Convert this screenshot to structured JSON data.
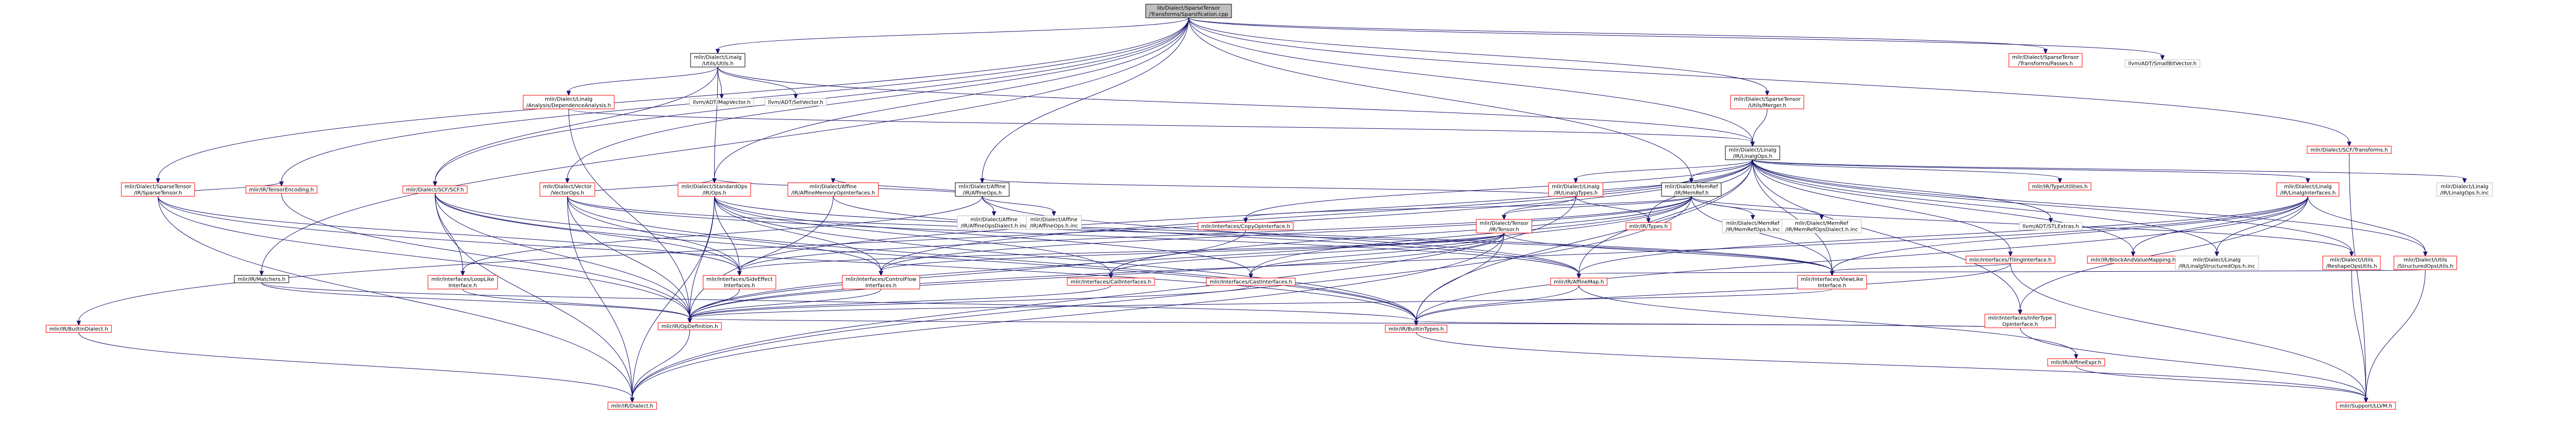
{
  "colors": {
    "root_fill": "#bfbfbf",
    "node_fill": "#ffffff",
    "black_border": "#000000",
    "red_border": "#ff0000",
    "grey_border": "#bfbfbf",
    "edge": "#191970"
  },
  "graph": {
    "nodes": [
      {
        "id": "root",
        "lines": [
          "lib/Dialect/SparseTensor",
          "/Transforms/Sparsification.cpp"
        ],
        "style": "root"
      },
      {
        "id": "linalg_utils",
        "lines": [
          "mlir/Dialect/Linalg",
          "/Utils/Utils.h"
        ],
        "style": "black"
      },
      {
        "id": "spt_passes",
        "lines": [
          "mlir/Dialect/SparseTensor",
          "/Transforms/Passes.h"
        ],
        "style": "red"
      },
      {
        "id": "smallbitvector",
        "lines": [
          "llvm/ADT/SmallBitVector.h"
        ],
        "style": "grey"
      },
      {
        "id": "dep_analysis",
        "lines": [
          "mlir/Dialect/Linalg",
          "/Analysis/DependenceAnalysis.h"
        ],
        "style": "red"
      },
      {
        "id": "mapvector",
        "lines": [
          "llvm/ADT/MapVector.h"
        ],
        "style": "grey"
      },
      {
        "id": "setvector",
        "lines": [
          "llvm/ADT/SetVector.h"
        ],
        "style": "grey"
      },
      {
        "id": "merger",
        "lines": [
          "mlir/Dialect/SparseTensor",
          "/Utils/Merger.h"
        ],
        "style": "red"
      },
      {
        "id": "scf_transforms",
        "lines": [
          "mlir/Dialect/SCF/Transforms.h"
        ],
        "style": "red"
      },
      {
        "id": "linalg_ops",
        "lines": [
          "mlir/Dialect/Linalg",
          "/IR/LinalgOps.h"
        ],
        "style": "black"
      },
      {
        "id": "spt_sparsetensor",
        "lines": [
          "mlir/Dialect/SparseTensor",
          "/IR/SparseTensor.h"
        ],
        "style": "red"
      },
      {
        "id": "tensor_encoding",
        "lines": [
          "mlir/IR/TensorEncoding.h"
        ],
        "style": "red"
      },
      {
        "id": "scf",
        "lines": [
          "mlir/Dialect/SCF/SCF.h"
        ],
        "style": "red"
      },
      {
        "id": "vector_ops",
        "lines": [
          "mlir/Dialect/Vector",
          "/VectorOps.h"
        ],
        "style": "red"
      },
      {
        "id": "std_ops",
        "lines": [
          "mlir/Dialect/StandardOps",
          "/IR/Ops.h"
        ],
        "style": "red"
      },
      {
        "id": "affine_ops",
        "lines": [
          "mlir/Dialect/Affine",
          "/IR/AffineOps.h"
        ],
        "style": "black"
      },
      {
        "id": "affine_mem",
        "lines": [
          "mlir/Dialect/Affine",
          "/IR/AffineMemoryOpInterfaces.h"
        ],
        "style": "red"
      },
      {
        "id": "affine_dialect_inc",
        "lines": [
          "mlir/Dialect/Affine",
          "/IR/AffineOpsDialect.h.inc"
        ],
        "style": "grey"
      },
      {
        "id": "affine_ops_inc",
        "lines": [
          "mlir/Dialect/Affine",
          "/IR/AffineOps.h.inc"
        ],
        "style": "grey"
      },
      {
        "id": "linalg_types",
        "lines": [
          "mlir/Dialect/Linalg",
          "/IR/LinalgTypes.h"
        ],
        "style": "red"
      },
      {
        "id": "memref",
        "lines": [
          "mlir/Dialect/MemRef",
          "/IR/MemRef.h"
        ],
        "style": "black"
      },
      {
        "id": "tensor",
        "lines": [
          "mlir/Dialect/Tensor",
          "/IR/Tensor.h"
        ],
        "style": "red"
      },
      {
        "id": "memref_ops_inc",
        "lines": [
          "mlir/Dialect/MemRef",
          "/IR/MemRefOps.h.inc"
        ],
        "style": "grey"
      },
      {
        "id": "memref_dialect_inc",
        "lines": [
          "mlir/Dialect/MemRef",
          "/IR/MemRefOpsDialect.h.inc"
        ],
        "style": "grey"
      },
      {
        "id": "copy_iface",
        "lines": [
          "mlir/Interfaces/CopyOpInterface.h"
        ],
        "style": "red"
      },
      {
        "id": "ir_types",
        "lines": [
          "mlir/IR/Types.h"
        ],
        "style": "red"
      },
      {
        "id": "type_utils",
        "lines": [
          "mlir/IR/TypeUtilities.h"
        ],
        "style": "red"
      },
      {
        "id": "stlextras",
        "lines": [
          "llvm/ADT/STLExtras.h"
        ],
        "style": "grey"
      },
      {
        "id": "tiling_iface",
        "lines": [
          "mlir/Interfaces/TilingInterface.h"
        ],
        "style": "red"
      },
      {
        "id": "blockandvalue",
        "lines": [
          "mlir/IR/BlockAndValueMapping.h"
        ],
        "style": "red"
      },
      {
        "id": "linalg_interfaces",
        "lines": [
          "mlir/Dialect/Linalg",
          "/IR/LinalgInterfaces.h"
        ],
        "style": "red"
      },
      {
        "id": "linalg_structured_inc",
        "lines": [
          "mlir/Dialect/Linalg",
          "/IR/LinalgStructuredOps.h.inc"
        ],
        "style": "grey"
      },
      {
        "id": "linalg_ops_inc",
        "lines": [
          "mlir/Dialect/Linalg",
          "/IR/LinalgOps.h.inc"
        ],
        "style": "grey"
      },
      {
        "id": "reshape_utils",
        "lines": [
          "mlir/Dialect/Utils",
          "/ReshapeOpsUtils.h"
        ],
        "style": "red"
      },
      {
        "id": "structured_utils",
        "lines": [
          "mlir/Dialect/Utils",
          "/StructuredOpsUtils.h"
        ],
        "style": "red"
      },
      {
        "id": "matchers",
        "lines": [
          "mlir/IR/Matchers.h"
        ],
        "style": "black"
      },
      {
        "id": "builtin_dialect",
        "lines": [
          "mlir/IR/BuiltinDialect.h"
        ],
        "style": "red"
      },
      {
        "id": "loop_like",
        "lines": [
          "mlir/Interfaces/LoopLike",
          "Interface.h"
        ],
        "style": "red"
      },
      {
        "id": "side_effect",
        "lines": [
          "mlir/Interfaces/SideEffect",
          "Interfaces.h"
        ],
        "style": "red"
      },
      {
        "id": "control_flow",
        "lines": [
          "mlir/Interfaces/ControlFlow",
          "Interfaces.h"
        ],
        "style": "red"
      },
      {
        "id": "call_iface",
        "lines": [
          "mlir/Interfaces/CallInterfaces.h"
        ],
        "style": "red"
      },
      {
        "id": "cast_iface",
        "lines": [
          "mlir/Interfaces/CastInterfaces.h"
        ],
        "style": "red"
      },
      {
        "id": "affine_map",
        "lines": [
          "mlir/IR/AffineMap.h"
        ],
        "style": "red"
      },
      {
        "id": "view_like",
        "lines": [
          "mlir/Interfaces/ViewLike",
          "Interface.h"
        ],
        "style": "red"
      },
      {
        "id": "infer_type",
        "lines": [
          "mlir/Interfaces/InferType",
          "OpInterface.h"
        ],
        "style": "red"
      },
      {
        "id": "op_definition",
        "lines": [
          "mlir/IR/OpDefinition.h"
        ],
        "style": "red"
      },
      {
        "id": "builtin_types",
        "lines": [
          "mlir/IR/BuiltinTypes.h"
        ],
        "style": "red"
      },
      {
        "id": "affine_expr",
        "lines": [
          "mlir/IR/AffineExpr.h"
        ],
        "style": "red"
      },
      {
        "id": "ir_dialect",
        "lines": [
          "mlir/IR/Dialect.h"
        ],
        "style": "red"
      },
      {
        "id": "support_llvm",
        "lines": [
          "mlir/Support/LLVM.h"
        ],
        "style": "red"
      }
    ],
    "edges": [
      [
        "root",
        "linalg_utils"
      ],
      [
        "root",
        "spt_passes"
      ],
      [
        "root",
        "smallbitvector"
      ],
      [
        "root",
        "merger"
      ],
      [
        "root",
        "scf_transforms"
      ],
      [
        "root",
        "linalg_ops"
      ],
      [
        "root",
        "spt_sparsetensor"
      ],
      [
        "root",
        "tensor_encoding"
      ],
      [
        "root",
        "scf"
      ],
      [
        "root",
        "vector_ops"
      ],
      [
        "root",
        "std_ops"
      ],
      [
        "root",
        "affine_ops"
      ],
      [
        "root",
        "memref"
      ],
      [
        "root",
        "matchers"
      ],
      [
        "linalg_utils",
        "dep_analysis"
      ],
      [
        "linalg_utils",
        "mapvector"
      ],
      [
        "linalg_utils",
        "setvector"
      ],
      [
        "linalg_utils",
        "linalg_ops"
      ],
      [
        "linalg_utils",
        "scf"
      ],
      [
        "linalg_utils",
        "std_ops"
      ],
      [
        "dep_analysis",
        "linalg_ops"
      ],
      [
        "dep_analysis",
        "op_definition"
      ],
      [
        "merger",
        "linalg_ops"
      ],
      [
        "scf_transforms",
        "support_llvm"
      ],
      [
        "linalg_ops",
        "linalg_types"
      ],
      [
        "linalg_ops",
        "memref"
      ],
      [
        "linalg_ops",
        "copy_iface"
      ],
      [
        "linalg_ops",
        "ir_types"
      ],
      [
        "linalg_ops",
        "type_utils"
      ],
      [
        "linalg_ops",
        "stlextras"
      ],
      [
        "linalg_ops",
        "tiling_iface"
      ],
      [
        "linalg_ops",
        "blockandvalue"
      ],
      [
        "linalg_ops",
        "linalg_interfaces"
      ],
      [
        "linalg_ops",
        "linalg_structured_inc"
      ],
      [
        "linalg_ops",
        "linalg_ops_inc"
      ],
      [
        "linalg_ops",
        "reshape_utils"
      ],
      [
        "linalg_ops",
        "structured_utils"
      ],
      [
        "linalg_ops",
        "affine_map"
      ],
      [
        "linalg_ops",
        "view_like"
      ],
      [
        "linalg_ops",
        "infer_type"
      ],
      [
        "linalg_ops",
        "builtin_dialect"
      ],
      [
        "linalg_ops",
        "side_effect"
      ],
      [
        "linalg_ops",
        "builtin_types"
      ],
      [
        "linalg_ops",
        "control_flow"
      ],
      [
        "spt_sparsetensor",
        "tensor_encoding"
      ],
      [
        "spt_sparsetensor",
        "op_definition"
      ],
      [
        "spt_sparsetensor",
        "side_effect"
      ],
      [
        "spt_sparsetensor",
        "ir_dialect"
      ],
      [
        "spt_sparsetensor",
        "builtin_types"
      ],
      [
        "tensor_encoding",
        "op_definition"
      ],
      [
        "scf",
        "loop_like"
      ],
      [
        "scf",
        "side_effect"
      ],
      [
        "scf",
        "control_flow"
      ],
      [
        "scf",
        "op_definition"
      ],
      [
        "scf",
        "ir_dialect"
      ],
      [
        "scf",
        "builtin_types"
      ],
      [
        "vector_ops",
        "std_ops"
      ],
      [
        "vector_ops",
        "affine_map"
      ],
      [
        "vector_ops",
        "side_effect"
      ],
      [
        "vector_ops",
        "op_definition"
      ],
      [
        "vector_ops",
        "builtin_types"
      ],
      [
        "vector_ops",
        "view_like"
      ],
      [
        "vector_ops",
        "ir_dialect"
      ],
      [
        "std_ops",
        "call_iface"
      ],
      [
        "std_ops",
        "cast_iface"
      ],
      [
        "std_ops",
        "control_flow"
      ],
      [
        "std_ops",
        "side_effect"
      ],
      [
        "std_ops",
        "op_definition"
      ],
      [
        "std_ops",
        "ir_dialect"
      ],
      [
        "std_ops",
        "builtin_types"
      ],
      [
        "std_ops",
        "view_like"
      ],
      [
        "affine_ops",
        "std_ops"
      ],
      [
        "affine_ops",
        "affine_mem"
      ],
      [
        "affine_ops",
        "affine_dialect_inc"
      ],
      [
        "affine_ops",
        "affine_ops_inc"
      ],
      [
        "affine_ops",
        "loop_like"
      ],
      [
        "affine_ops",
        "affine_map"
      ],
      [
        "affine_mem",
        "op_definition"
      ],
      [
        "affine_mem",
        "affine_map"
      ],
      [
        "linalg_types",
        "affine_ops"
      ],
      [
        "linalg_types",
        "memref"
      ],
      [
        "linalg_types",
        "tensor"
      ],
      [
        "linalg_types",
        "ir_types"
      ],
      [
        "linalg_types",
        "ir_dialect"
      ],
      [
        "memref",
        "tensor"
      ],
      [
        "memref",
        "copy_iface"
      ],
      [
        "memref",
        "memref_ops_inc"
      ],
      [
        "memref",
        "memref_dialect_inc"
      ],
      [
        "memref",
        "side_effect"
      ],
      [
        "memref",
        "control_flow"
      ],
      [
        "memref",
        "call_iface"
      ],
      [
        "memref",
        "cast_iface"
      ],
      [
        "memref",
        "view_like"
      ],
      [
        "memref",
        "reshape_utils"
      ],
      [
        "memref",
        "ir_dialect"
      ],
      [
        "memref",
        "op_definition"
      ],
      [
        "tensor",
        "side_effect"
      ],
      [
        "tensor",
        "control_flow"
      ],
      [
        "tensor",
        "cast_iface"
      ],
      [
        "tensor",
        "view_like"
      ],
      [
        "tensor",
        "op_definition"
      ],
      [
        "tensor",
        "builtin_types"
      ],
      [
        "tensor",
        "ir_dialect"
      ],
      [
        "tensor",
        "call_iface"
      ],
      [
        "copy_iface",
        "op_definition"
      ],
      [
        "tiling_iface",
        "builtin_types"
      ],
      [
        "tiling_iface",
        "view_like"
      ],
      [
        "tiling_iface",
        "support_llvm"
      ],
      [
        "linalg_interfaces",
        "blockandvalue"
      ],
      [
        "linalg_interfaces",
        "affine_map"
      ],
      [
        "linalg_interfaces",
        "infer_type"
      ],
      [
        "linalg_interfaces",
        "view_like"
      ],
      [
        "linalg_interfaces",
        "builtin_types"
      ],
      [
        "linalg_interfaces",
        "op_definition"
      ],
      [
        "linalg_interfaces",
        "structured_utils"
      ],
      [
        "linalg_interfaces",
        "linalg_structured_inc"
      ],
      [
        "reshape_utils",
        "support_llvm"
      ],
      [
        "structured_utils",
        "support_llvm"
      ],
      [
        "structured_utils",
        "affine_map"
      ],
      [
        "matchers",
        "op_definition"
      ],
      [
        "matchers",
        "builtin_types"
      ],
      [
        "builtin_dialect",
        "ir_dialect"
      ],
      [
        "loop_like",
        "op_definition"
      ],
      [
        "side_effect",
        "op_definition"
      ],
      [
        "control_flow",
        "op_definition"
      ],
      [
        "call_iface",
        "op_definition"
      ],
      [
        "cast_iface",
        "op_definition"
      ],
      [
        "affine_map",
        "affine_expr"
      ],
      [
        "affine_map",
        "builtin_types"
      ],
      [
        "view_like",
        "op_definition"
      ],
      [
        "infer_type",
        "op_definition"
      ],
      [
        "infer_type",
        "builtin_types"
      ],
      [
        "infer_type",
        "support_llvm"
      ],
      [
        "op_definition",
        "ir_dialect"
      ],
      [
        "builtin_types",
        "support_llvm"
      ],
      [
        "affine_expr",
        "support_llvm"
      ]
    ]
  }
}
